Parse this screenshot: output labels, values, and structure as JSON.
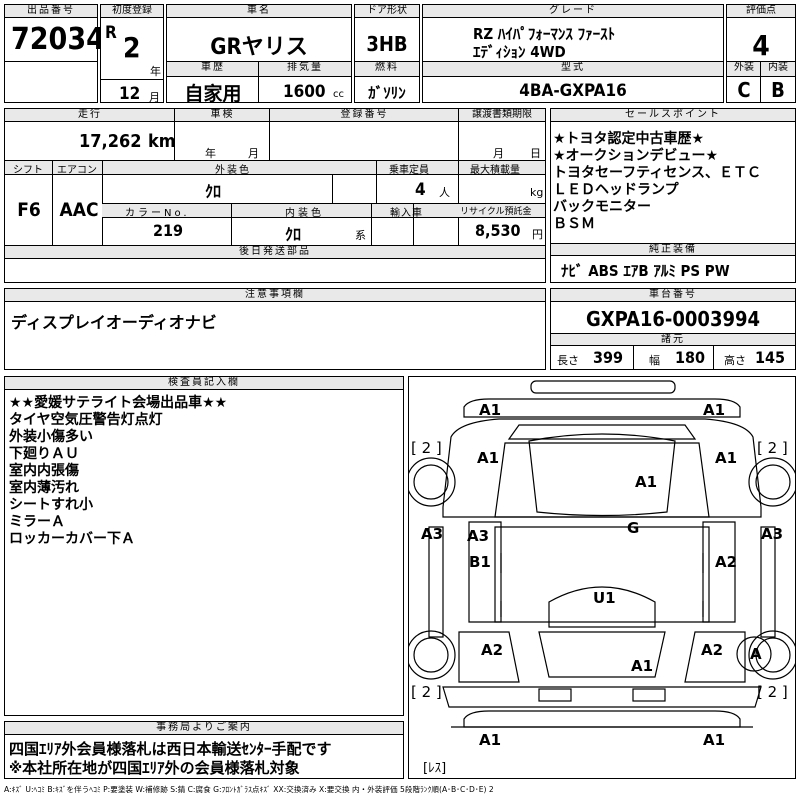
{
  "header": {
    "lot_label": "出品番号",
    "lot_number": "72034",
    "first_reg_label": "初度登録",
    "era": "R",
    "year": "2",
    "year_unit": "年",
    "month": "12",
    "month_unit": "月",
    "model_label": "車名",
    "model": "GRヤリス",
    "door_label": "ドア形状",
    "door": "3HB",
    "grade_label": "グレード",
    "grade_line1": "RZ ﾊｲﾊﾟﾌｫｰﾏﾝｽ ﾌｧｰｽﾄ",
    "grade_line2": "ｴﾃﾞｨｼｮﾝ 4WD",
    "score_label": "評価点",
    "score": "4",
    "history_label": "車歴",
    "history": "自家用",
    "displacement_label": "排気量",
    "displacement": "1600",
    "displacement_unit": "cc",
    "fuel_label": "燃料",
    "fuel": "ｶﾞｿﾘﾝ",
    "type_label": "型式",
    "type": "4BA-GXPA16",
    "exterior_label": "外装",
    "exterior": "C",
    "interior_label": "内装",
    "interior": "B"
  },
  "mid": {
    "mileage_label": "走行",
    "mileage": "17,262",
    "mileage_unit": "km",
    "inspection_label": "車検",
    "insp_year_unit": "年",
    "insp_month_unit": "月",
    "plate_label": "登録番号",
    "doc_deadline_label": "譲渡書類期限",
    "doc_month_unit": "月",
    "doc_day_unit": "日",
    "shift_label": "シフト",
    "shift": "F6",
    "ac_label": "エアコン",
    "ac": "AAC",
    "color_label": "外装色",
    "color": "ｸﾛ",
    "capacity_label": "乗車定員",
    "capacity": "4",
    "capacity_unit": "人",
    "load_label": "最大積載量",
    "load_unit": "kg",
    "color_no_label": "カラーNo.",
    "color_no": "219",
    "int_color_label": "内装色",
    "int_color": "ｸﾛ",
    "int_color_unit": "系",
    "import_label": "輸入車",
    "recycle_label": "リサイクル預託金",
    "recycle": "8,530",
    "recycle_unit": "円",
    "later_label": "後日発送部品"
  },
  "sales_points": {
    "label": "セールスポイント",
    "items": [
      "★トヨタ認定中古車歴★",
      "★オークションデビュー★",
      "トヨタセーフティセンス、ＥＴＣ",
      "ＬＥＤヘッドランプ",
      "バックモニター",
      "ＢＳＭ"
    ]
  },
  "equipment": {
    "label": "純正装備",
    "items": "ﾅﾋﾞ ABS ｴｱB ｱﾙﾐ PS PW"
  },
  "notes": {
    "label": "注意事項欄",
    "text": "ディスプレイオーディオナビ"
  },
  "chassis": {
    "label": "車台番号",
    "number": "GXPA16-0003994",
    "dims_label": "諸元",
    "length_label": "長さ",
    "length": "399",
    "width_label": "幅",
    "width": "180",
    "height_label": "高さ",
    "height": "145"
  },
  "inspector": {
    "label": "検査員記入欄",
    "items": [
      "★★愛媛サテライト会場出品車★★",
      "タイヤ空気圧警告灯点灯",
      "外装小傷多い",
      "下廻りＡＵ",
      "室内内張傷",
      "室内薄汚れ",
      "シートすれ小",
      "ミラーＡ",
      "ロッカーカバー下Ａ"
    ]
  },
  "office": {
    "label": "事務局よりご案内",
    "line1": "四国ｴﾘｱ外会員様落札は西日本輸送ｾﾝﾀｰ手配です",
    "line2": "※本社所在地が四国ｴﾘｱ外の会員様落札対象"
  },
  "diagram": {
    "marks": [
      "A1",
      "A1",
      "A1",
      "A1",
      "A1",
      "G",
      "A3",
      "A3",
      "B1",
      "A2",
      "A3",
      "U1",
      "A2",
      "A2",
      "A1",
      "A",
      "A1",
      "A1"
    ],
    "brackets": [
      "[ 2 ]",
      "[ 2 ]",
      "[ 2 ]",
      "[ 2 ]",
      "[ﾚｽ]"
    ]
  },
  "legend": "A:ｷｽﾞ U:ﾍｺﾐ B:ｷｽﾞを伴うﾍｺﾐ P:要塗装 W:補修跡 S:錆 C:腐食 G:ﾌﾛﾝﾄｶﾞﾗｽ点ｷｽﾞ XX:交換済み X:要交換 内・外装評価 5段階ﾗﾝｸ順(A･B･C･D･E) 2"
}
